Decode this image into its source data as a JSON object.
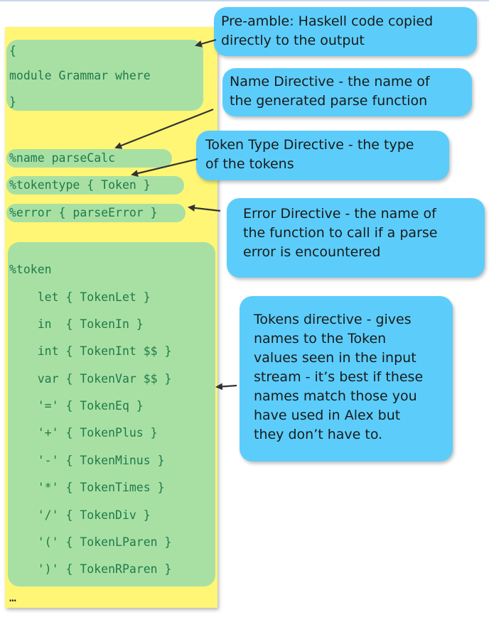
{
  "code": {
    "lines": {
      "open_brace": "{",
      "module": "module Grammar where",
      "close_brace": "}",
      "name": "%name parseCalc",
      "tokentype": "%tokentype { Token }",
      "error": "%error { parseError }",
      "token": "%token",
      "tok_let": "    let { TokenLet }",
      "tok_in": "    in  { TokenIn }",
      "tok_int": "    int { TokenInt $$ }",
      "tok_var": "    var { TokenVar $$ }",
      "tok_eq": "    '=' { TokenEq }",
      "tok_plus": "    '+' { TokenPlus }",
      "tok_minus": "    '-' { TokenMinus }",
      "tok_times": "    '*' { TokenTimes }",
      "tok_div": "    '/' { TokenDiv }",
      "tok_lparen": "    '(' { TokenLParen }",
      "tok_rparen": "    ')' { TokenRParen }",
      "ellipsis": "…"
    }
  },
  "callouts": {
    "preamble": {
      "line1": "Pre-amble: Haskell code copied",
      "line2": "directly  to the output"
    },
    "name_directive": {
      "line1": "Name Directive - the name of",
      "line2": "the generated parse function"
    },
    "tokentype_directive": {
      "line1": "Token Type Directive - the type",
      "line2": "of the tokens"
    },
    "error_directive": {
      "line1": "Error Directive - the name of",
      "line2": "the function to call if a parse",
      "line3": "error is encountered"
    },
    "tokens_directive": {
      "line1": "Tokens directive - gives",
      "line2": "names to the Token",
      "line3": "values seen in the input",
      "line4": "stream - it’s best if these",
      "line5": "names match those you",
      "line6": "have used in Alex but",
      "line7": "they don’t have to."
    }
  },
  "colors": {
    "code_panel": "#fff675",
    "highlight": "#a8e0a4",
    "callout": "#5ccdfa",
    "code_text": "#1f7a4a",
    "arrow": "#333333"
  }
}
